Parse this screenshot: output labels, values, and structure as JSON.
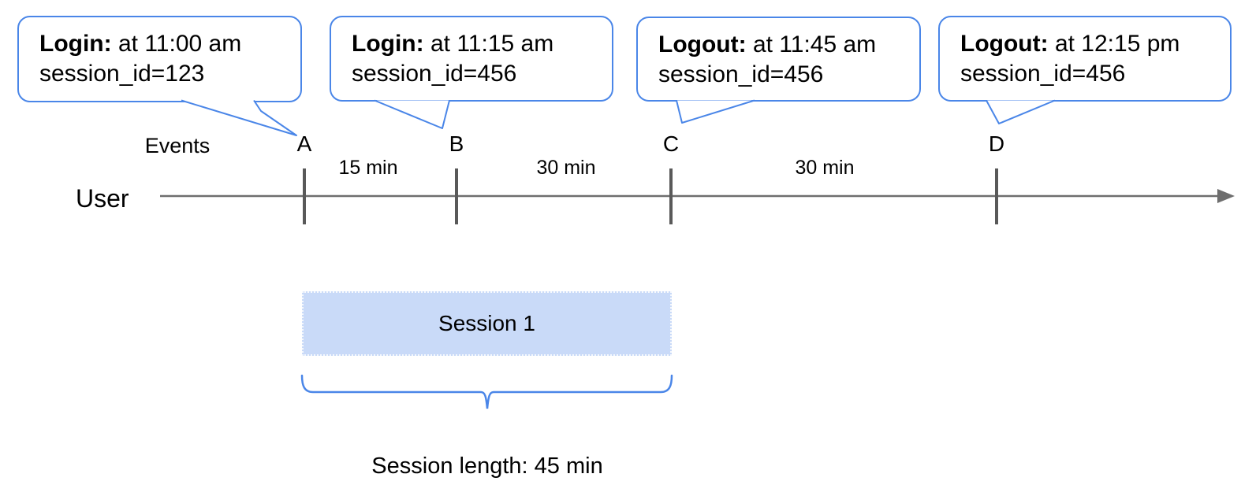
{
  "colors": {
    "accent": "#4a86e8",
    "session-fill": "#c9daf8",
    "timeline": "#6e6e6e",
    "tick": "#595959",
    "text": "#000000"
  },
  "callouts": [
    {
      "event_label": "Login:",
      "time_text": "at 11:00 am",
      "session_text": "session_id=123",
      "target": "A"
    },
    {
      "event_label": "Login:",
      "time_text": "at 11:15 am",
      "session_text": "session_id=456",
      "target": "B"
    },
    {
      "event_label": "Logout:",
      "time_text": "at 11:45 am",
      "session_text": "session_id=456",
      "target": "C"
    },
    {
      "event_label": "Logout:",
      "time_text": "at 12:15 pm",
      "session_text": "session_id=456",
      "target": "D"
    }
  ],
  "timeline": {
    "events_label": "Events",
    "axis_label": "User",
    "events": [
      {
        "label": "A"
      },
      {
        "label": "B"
      },
      {
        "label": "C"
      },
      {
        "label": "D"
      }
    ],
    "intervals": [
      "15 min",
      "30 min",
      "30 min"
    ]
  },
  "session": {
    "box_label": "Session 1",
    "length_label": "Session length: 45 min"
  }
}
